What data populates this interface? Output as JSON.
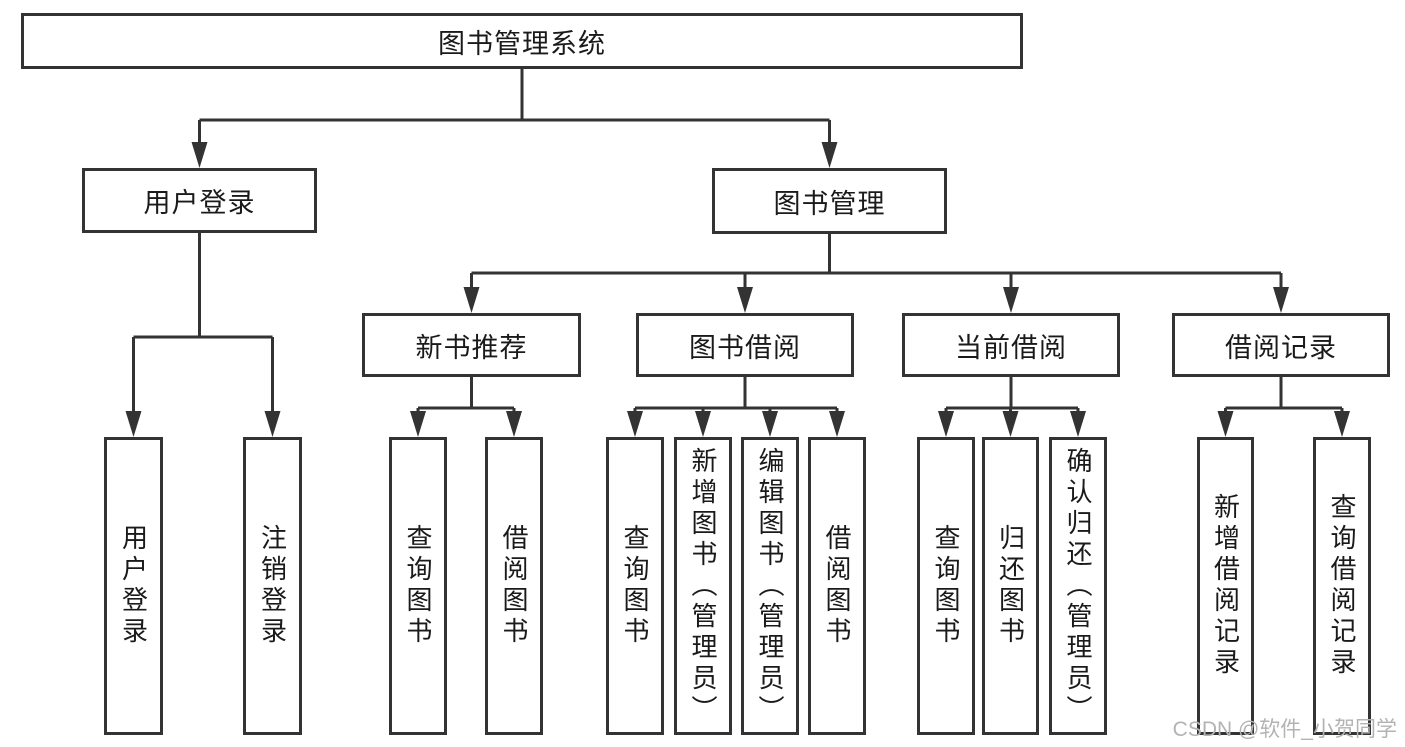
{
  "nodes": {
    "root": "图书管理系统",
    "user_login": "用户登录",
    "book_management": "图书管理",
    "new_book_recommend": "新书推荐",
    "book_borrowing": "图书借阅",
    "current_borrowing": "当前借阅",
    "borrowing_records": "借阅记录",
    "leaf_user_login": "用户登录",
    "leaf_logout": "注销登录",
    "leaf_nb_query_books": "查询图书",
    "leaf_nb_borrow_books": "借阅图书",
    "leaf_bb_query_books": "查询图书",
    "leaf_bb_add_books": "新增图书（管理员）",
    "leaf_bb_edit_books": "编辑图书（管理员）",
    "leaf_bb_borrow_books": "借阅图书",
    "leaf_cb_query_books": "查询图书",
    "leaf_cb_return_books": "归还图书",
    "leaf_cb_confirm_return": "确认归还（管理员）",
    "leaf_br_add_record": "新增借阅记录",
    "leaf_br_query_record": "查询借阅记录"
  },
  "watermark": "CSDN @软件_小贺同学",
  "colors": {
    "line": "#333333",
    "box_border": "#333333",
    "text": "#1a1a1a",
    "watermark": "#b3b3b3",
    "background": "#ffffff"
  }
}
